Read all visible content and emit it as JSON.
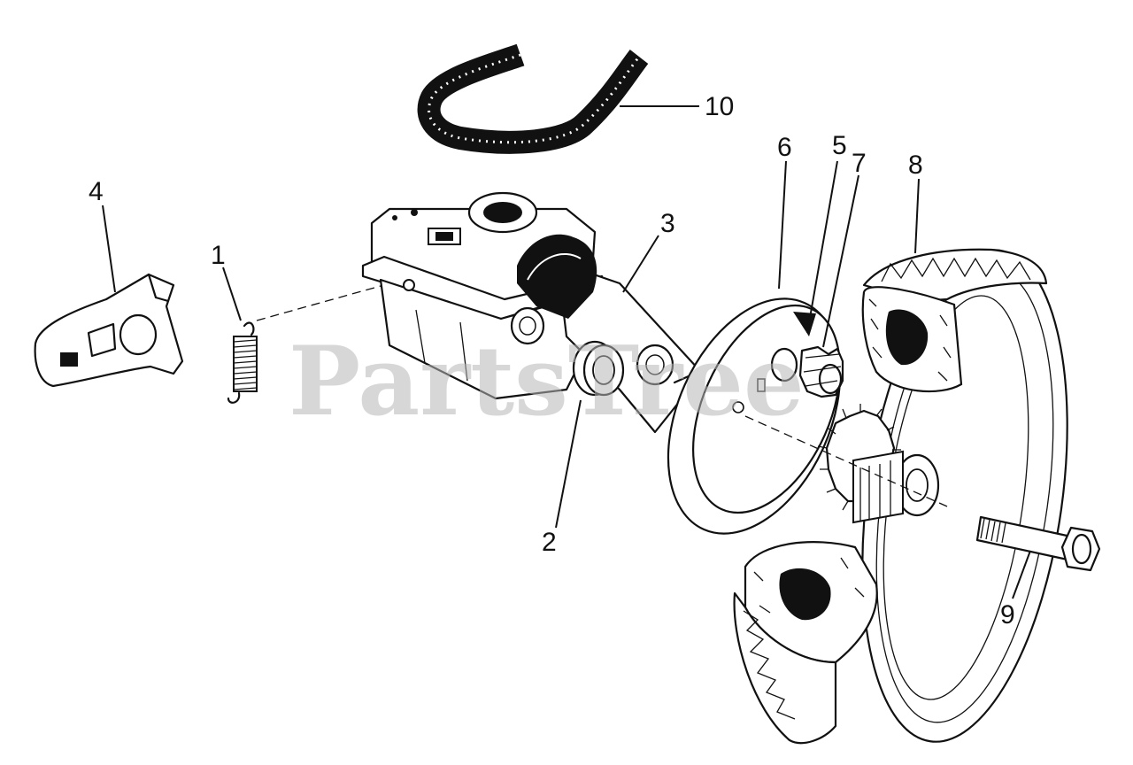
{
  "watermark": {
    "text": "PartsTree"
  },
  "callouts": {
    "p1": "1",
    "p2": "2",
    "p3": "3",
    "p4": "4",
    "p5": "5",
    "p6": "6",
    "p7": "7",
    "p8": "8",
    "p9": "9",
    "p10": "10"
  },
  "colors": {
    "ink": "#111111",
    "watermark": "#b8b8b8",
    "background": "#ffffff"
  }
}
